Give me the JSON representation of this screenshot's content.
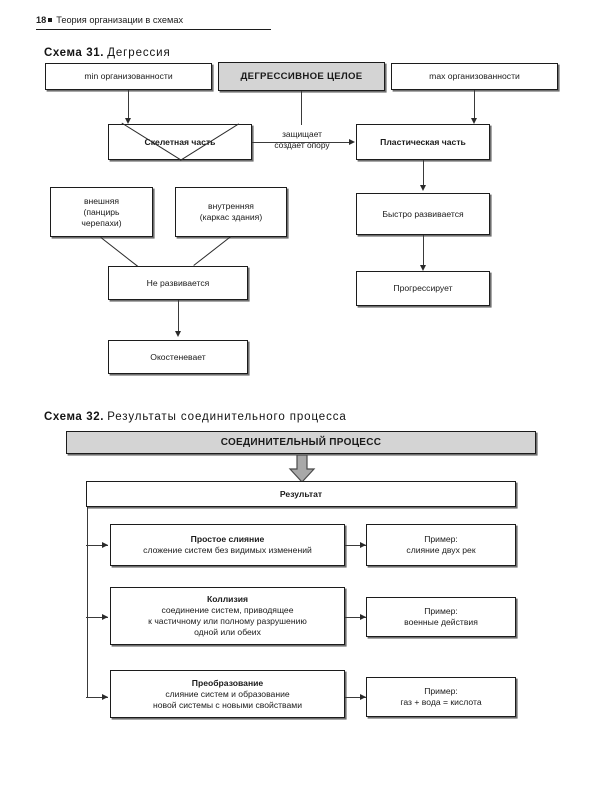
{
  "running_head": {
    "page_number": "18",
    "title": "Теория организации в схемах"
  },
  "scheme31": {
    "caption_number": "Схема 31.",
    "caption_text": "Дегрессия",
    "boxes": {
      "min_org": "min организованности",
      "whole": "ДЕГРЕССИВНОЕ ЦЕЛОЕ",
      "max_org": "max организованности",
      "skeletal": "Скелетная часть",
      "plastic": "Пластическая часть",
      "external_line1": "внешняя",
      "external_line2": "(панцирь",
      "external_line3": "черепахи)",
      "internal_line1": "внутренняя",
      "internal_line2": "(каркас здания)",
      "fast_develop": "Быстро развивается",
      "not_develop": "Не развивается",
      "progresses": "Прогрессирует",
      "ossifies": "Окостеневает"
    },
    "edge_label_line1": "защищает",
    "edge_label_line2": "создает опору"
  },
  "scheme32": {
    "caption_number": "Схема 32.",
    "caption_text": "Результаты  соединительного  процесса",
    "header": "СОЕДИНИТЕЛЬНЫЙ ПРОЦЕСС",
    "result": "Результат",
    "rows": [
      {
        "title": "Простое слияние",
        "desc_lines": [
          "сложение систем без видимых изменений"
        ],
        "example_lines": [
          "Пример:",
          "слияние двух рек"
        ]
      },
      {
        "title": "Коллизия",
        "desc_lines": [
          "соединение систем, приводящее",
          "к частичному или полному разрушению",
          "одной или обеих"
        ],
        "example_lines": [
          "Пример:",
          "военные действия"
        ]
      },
      {
        "title": "Преобразование",
        "desc_lines": [
          "слияние систем и образование",
          "новой системы с новыми свойствами"
        ],
        "example_lines": [
          "Пример:",
          "газ + вода = кислота"
        ]
      }
    ]
  },
  "colors": {
    "ink": "#1c1c1c",
    "grey_fill": "#d4d4d4",
    "rule": "#3a3a3a",
    "shadow": "#6e6e6e"
  }
}
